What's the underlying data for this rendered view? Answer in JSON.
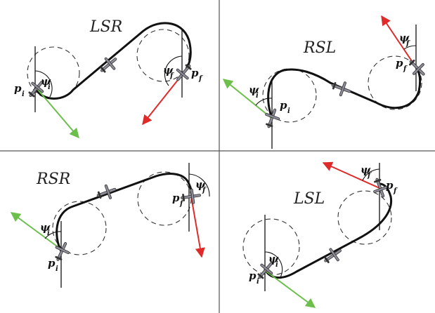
{
  "panels": [
    {
      "title": "LSR",
      "start_label": "p",
      "start_sub": "i",
      "start_angle_label": "ψ",
      "start_angle_sub": "i",
      "end_label": "p",
      "end_sub": "f",
      "end_angle_label": "ψ",
      "end_angle_sub": "f"
    },
    {
      "title": "RSL",
      "start_label": "p",
      "start_sub": "i",
      "start_angle_label": "ψ",
      "start_angle_sub": "i",
      "end_label": "p",
      "end_sub": "f",
      "end_angle_label": "ψ",
      "end_angle_sub": "f"
    },
    {
      "title": "RSR",
      "start_label": "p",
      "start_sub": "i",
      "start_angle_label": "ψ",
      "start_angle_sub": "i",
      "end_label": "p",
      "end_sub": "f",
      "end_angle_label": "ψ",
      "end_angle_sub": "f"
    },
    {
      "title": "LSL",
      "start_label": "p",
      "start_sub": "i",
      "start_angle_label": "ψ",
      "start_angle_sub": "i",
      "end_label": "p",
      "end_sub": "f",
      "end_angle_label": "ψ",
      "end_angle_sub": "f"
    }
  ],
  "colors": {
    "initial_heading": "#6cbf4a",
    "final_heading": "#e02a2a",
    "path": "#111111",
    "aircraft": "#8e8e9a"
  },
  "icons": [
    "aircraft-icon"
  ]
}
